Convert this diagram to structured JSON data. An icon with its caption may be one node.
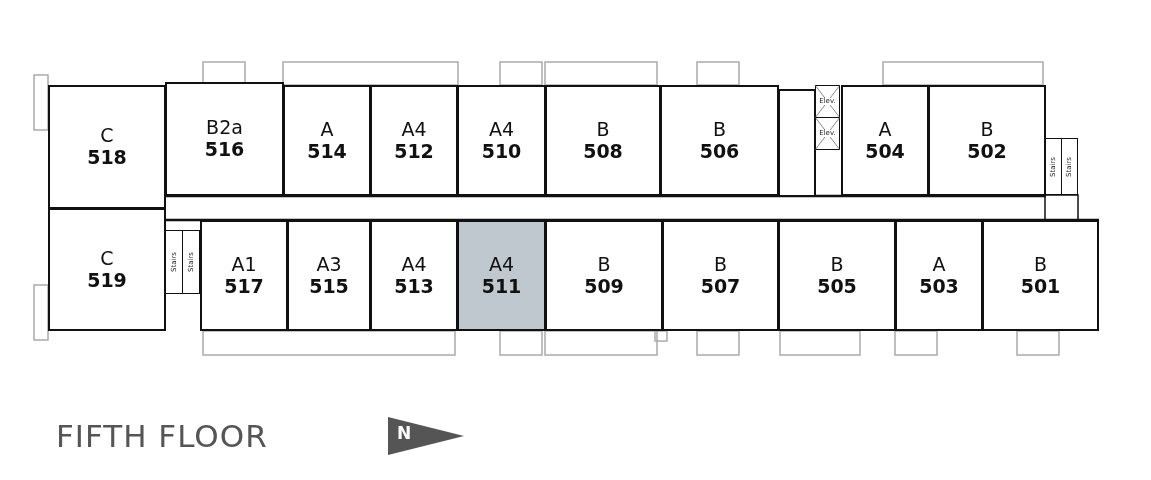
{
  "diagram": {
    "title": "FIFTH FLOOR",
    "nodes": [
      {
        "text": [
          "C",
          "518"
        ]
      },
      {
        "text": [
          "B2a",
          "516"
        ]
      },
      {
        "text": [
          "A",
          "514"
        ]
      },
      {
        "text": [
          "A4",
          "512"
        ]
      },
      {
        "text": [
          "A4",
          "510"
        ]
      },
      {
        "text": [
          "B",
          "508"
        ]
      },
      {
        "text": [
          "B",
          "506"
        ]
      },
      {
        "text": [
          "Elev."
        ]
      },
      {
        "text": [
          "Elev."
        ]
      },
      {
        "text": [
          "A",
          "504"
        ]
      },
      {
        "text": [
          "B",
          "502"
        ]
      },
      {
        "text": [
          "Stairs"
        ]
      },
      {
        "text": [
          "Stairs"
        ]
      },
      {
        "text": [
          "C",
          "519"
        ]
      },
      {
        "text": [
          "Stairs"
        ]
      },
      {
        "text": [
          "Stairs"
        ]
      },
      {
        "text": [
          "A1",
          "517"
        ]
      },
      {
        "text": [
          "A3",
          "515"
        ]
      },
      {
        "text": [
          "A4",
          "513"
        ]
      },
      {
        "text": [
          "A4",
          "511"
        ]
      },
      {
        "text": [
          "B",
          "509"
        ]
      },
      {
        "text": [
          "B",
          "507"
        ]
      },
      {
        "text": [
          "B",
          "505"
        ]
      },
      {
        "text": [
          "A",
          "503"
        ]
      },
      {
        "text": [
          "B",
          "501"
        ]
      },
      {
        "text": [
          "N"
        ]
      }
    ],
    "edges": []
  }
}
